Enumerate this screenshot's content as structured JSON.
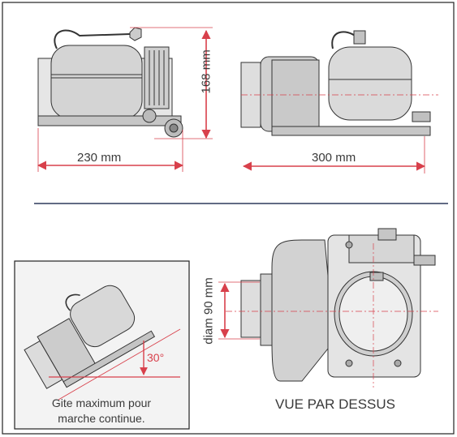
{
  "front_view": {
    "width_label": "230 mm",
    "height_label": "168 mm"
  },
  "side_view": {
    "length_label": "300 mm"
  },
  "heel_inset": {
    "angle_label": "30°",
    "caption": "Gite maximum pour marche continue."
  },
  "top_view": {
    "diameter_label": "diam 90 mm",
    "title": "VUE PAR DESSUS"
  },
  "colors": {
    "dimension_arrow": "#d8404b",
    "drawing_fill": "#dcdcdc",
    "drawing_stroke": "#333333"
  }
}
